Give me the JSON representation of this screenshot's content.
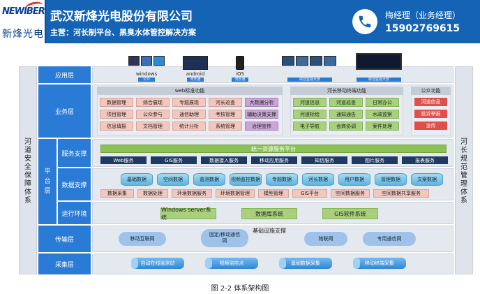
{
  "header": {
    "logo_en": "NEWIBER",
    "logo_cn": "新烽光电",
    "company": "武汉新烽光电股份有限公司",
    "slogan": "主营：河长制平台、黑臭水体管控解决方案",
    "contact_name": "梅经理（业务经理）",
    "phone": "15902769615"
  },
  "side": {
    "left": "河道安全保障体系",
    "right": "河长规范管理体系"
  },
  "layers": {
    "app": "应用层",
    "business": "业务层",
    "platform": "平台层",
    "service_support": "服务支撑",
    "data_support": "数据支撑",
    "runtime": "运行环境",
    "transport": "传输层",
    "collection": "采集层"
  },
  "app_devices": [
    "windows",
    "android",
    "iOS"
  ],
  "app_tags": [
    "公众",
    "河长通",
    "河长通",
    "综合监视大屏",
    "综合监视大屏"
  ],
  "business": {
    "web_head": "web标准功能",
    "web_items": [
      [
        "数据管理",
        "综合展现",
        "专题展现",
        "河长巡查",
        "大数据分析"
      ],
      [
        "项目管理",
        "公众参与",
        "通信助理",
        "考核管理",
        "辅助决策支撑"
      ],
      [
        "信息填报",
        "文档管理",
        "统计分析",
        "系统管理",
        "治理宣传"
      ]
    ],
    "mobile_head": "河长移动终端功能",
    "mobile_items": [
      [
        "河道信息",
        "河道巡查",
        "日常办公"
      ],
      [
        "河道标绘",
        "通知通告",
        "水政监察"
      ],
      [
        "电子导航",
        "会商协调",
        "案件处理"
      ]
    ],
    "public_head": "公众功能",
    "public_items": [
      "河道信息",
      "投诉举报",
      "宣传"
    ]
  },
  "platform": {
    "service_bar": "统一资源服务平台",
    "services": [
      "Web服务",
      "GIS服务",
      "数据接入服务",
      "移动应用服务",
      "知信服务",
      "图片服务",
      "报表服务"
    ],
    "databases": [
      "基础数据",
      "空间数据",
      "监测数据",
      "视频监控数据",
      "专题数据",
      "河长数据",
      "用户数据",
      "管理数据",
      "文案数据"
    ],
    "data_services": [
      "数据采集",
      "数据处理",
      "环境数据服务",
      "环境数据管理",
      "模型管理",
      "GIS平台",
      "空间数据服务",
      "空间数据共享服务"
    ],
    "runtime": [
      "Windows server系统",
      "数据库系统",
      "GIS软件系统"
    ]
  },
  "transport": {
    "title": "基础设施支撑",
    "items": [
      "移动互联网",
      "固定/移动通信网",
      "物联网",
      "专用通信网"
    ]
  },
  "collection": {
    "items": [
      "自动在线监测站",
      "视频监控点",
      "基础数据采集",
      "移动终端采集"
    ]
  },
  "caption": "图 2-2 体系架构图"
}
